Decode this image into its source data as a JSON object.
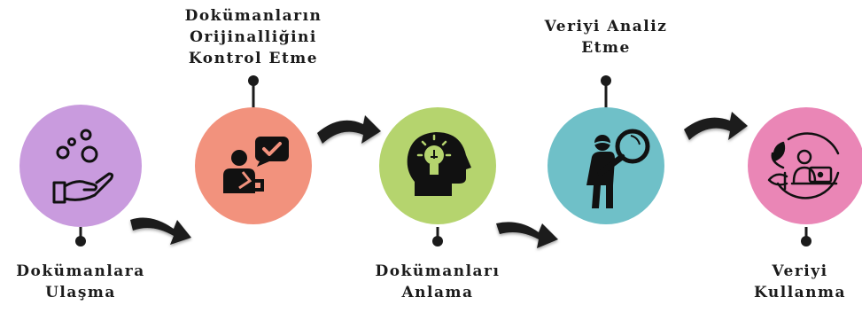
{
  "steps": [
    {
      "id": "step-1",
      "label_lines": [
        "Dokümanlara",
        "Ulaşma"
      ],
      "color": "#c99bde",
      "icon": "hand-coins-icon"
    },
    {
      "id": "step-2",
      "label_lines": [
        "Dokümanların",
        "Orijinalliğini",
        "Kontrol Etme"
      ],
      "color": "#f2927d",
      "icon": "person-checkmark-icon"
    },
    {
      "id": "step-3",
      "label_lines": [
        "Dokümanları",
        "Anlama"
      ],
      "color": "#b5d46e",
      "icon": "head-lightbulb-icon"
    },
    {
      "id": "step-4",
      "label_lines": [
        "Veriyi Analiz",
        "Etme"
      ],
      "color": "#6fc0c8",
      "icon": "person-magnifier-icon"
    },
    {
      "id": "step-5",
      "label_lines": [
        "Veriyi",
        "Kullanma"
      ],
      "color": "#ea86b6",
      "icon": "person-laptop-leaves-icon"
    }
  ],
  "colors": {
    "connector": "#1b1b1b",
    "arrow": "#1b1b1b",
    "icon": "#111111"
  }
}
